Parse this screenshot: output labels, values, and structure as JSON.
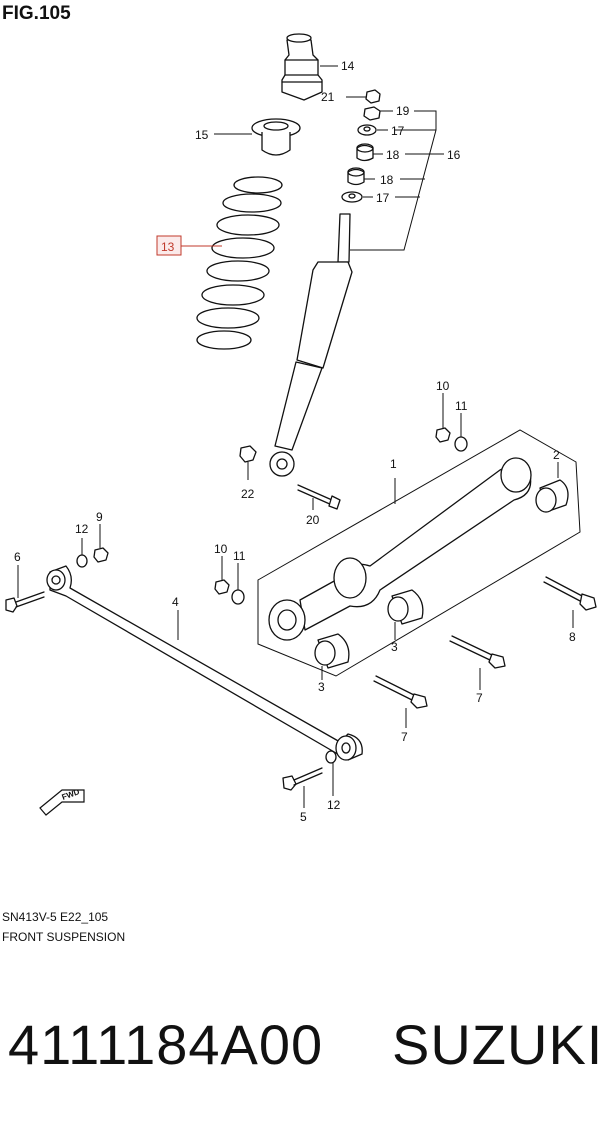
{
  "figure": {
    "title": "FIG.105",
    "code": "SN413V-5 E22_105",
    "name": "FRONT SUSPENSION"
  },
  "product": {
    "part_number": "4111184A00",
    "brand": "SUZUKI"
  },
  "highlight_color": "#c0392b",
  "callouts": {
    "c14": "14",
    "c21": "21",
    "c19": "19",
    "c15": "15",
    "c17a": "17",
    "c18a": "18",
    "c16": "16",
    "c18b": "18",
    "c17b": "17",
    "c13": "13",
    "c10a": "10",
    "c11a": "11",
    "c2": "2",
    "c1": "1",
    "c22": "22",
    "c20": "20",
    "c12a": "12",
    "c9": "9",
    "c6": "6",
    "c10b": "10",
    "c11b": "11",
    "c4": "4",
    "c8": "8",
    "c3a": "3",
    "c3b": "3",
    "c7a": "7",
    "c7b": "7",
    "c5": "5",
    "c12b": "12"
  },
  "fwd_label": "FWD"
}
